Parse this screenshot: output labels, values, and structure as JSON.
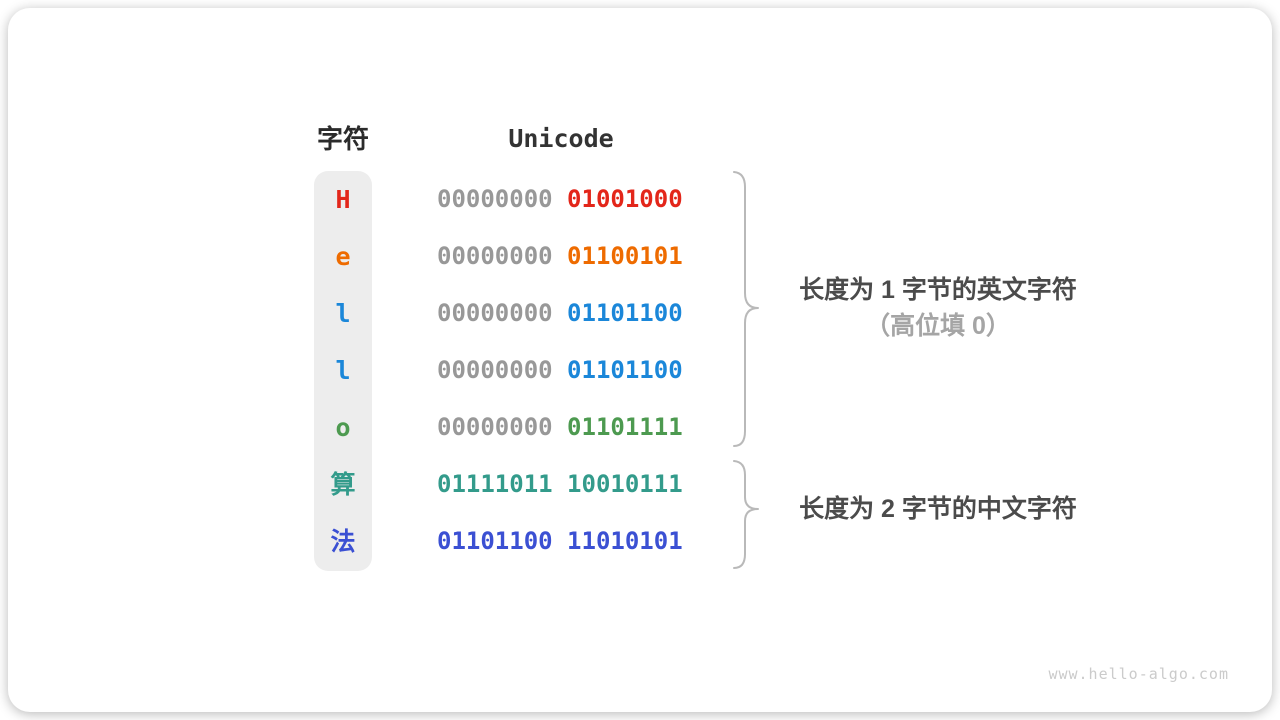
{
  "table": {
    "char_header": "字符",
    "unicode_header": "Unicode",
    "rows": [
      {
        "char": "H",
        "color": "#e3261a",
        "prefix": "00000000 ",
        "code": "01001000"
      },
      {
        "char": "e",
        "color": "#ee6b00",
        "prefix": "00000000 ",
        "code": "01100101"
      },
      {
        "char": "l",
        "color": "#1b87d9",
        "prefix": "00000000 ",
        "code": "01101100"
      },
      {
        "char": "l",
        "color": "#1b87d9",
        "prefix": "00000000 ",
        "code": "01101100"
      },
      {
        "char": "o",
        "color": "#4d9a50",
        "prefix": "00000000 ",
        "code": "01101111"
      },
      {
        "char": "算",
        "color": "#339b8b",
        "prefix": "",
        "code": "01111011 10010111"
      },
      {
        "char": "法",
        "color": "#3b50d3",
        "prefix": "",
        "code": "01101100 11010101"
      }
    ]
  },
  "annotations": {
    "group1_line1": "长度为 1 字节的英文字符",
    "group1_line2": "（高位填 0）",
    "group2_line1": "长度为 2 字节的中文字符"
  },
  "palette": {
    "padding_bits_gray": "#989898",
    "header_text": "#2b2b2b",
    "label_dark": "#4b4b4b",
    "label_light": "#a5a5a5",
    "brace_gray": "#b9b9b9",
    "column_background": "#ededed",
    "watermark_gray": "#cbcbcb"
  },
  "watermark": "www.hello-algo.com"
}
